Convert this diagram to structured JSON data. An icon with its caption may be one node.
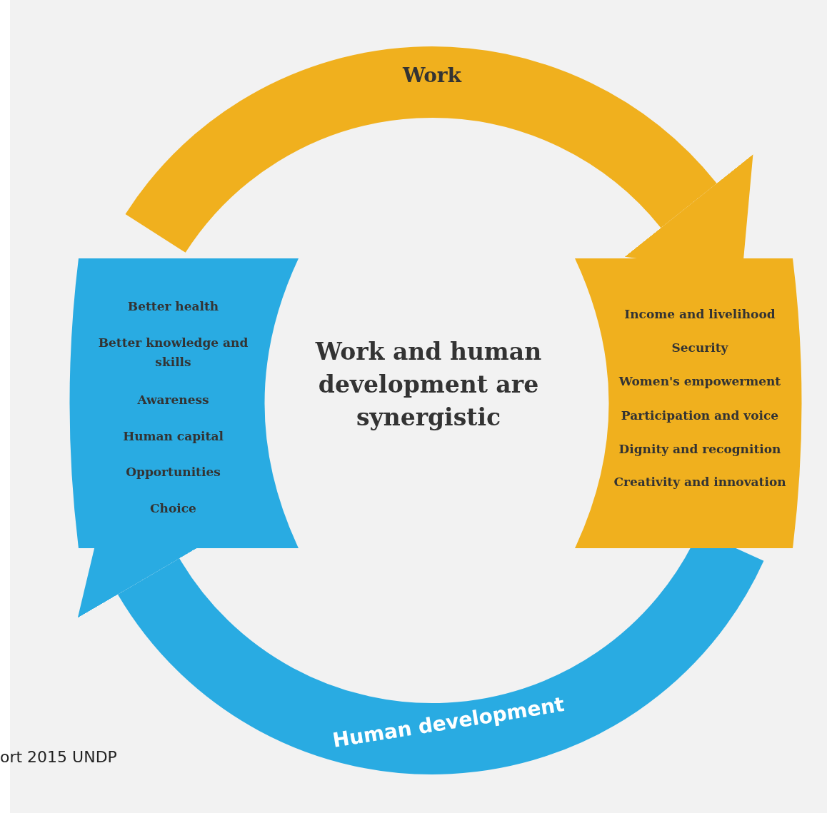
{
  "diagram": {
    "nodes": [
      {
        "text": [
          "Better health",
          "Better knowledge and skills",
          "Awareness",
          "Human capital",
          "Opportunities",
          "Choice"
        ]
      },
      {
        "text": [
          "Income and livelihood",
          "Security",
          "Women's empowerment",
          "Participation and voice",
          "Dignity and recognition",
          "Creativity and innovation"
        ]
      }
    ],
    "edges": [
      {
        "from": 0,
        "to": 1,
        "arrow": "to",
        "label": "Work",
        "color": "#f0b01e"
      },
      {
        "from": 1,
        "to": 0,
        "arrow": "to",
        "label": "Human development",
        "color": "#29abe2"
      }
    ],
    "labels": [
      "Work and human development are synergistic",
      "ort 2015 UNDP"
    ]
  }
}
